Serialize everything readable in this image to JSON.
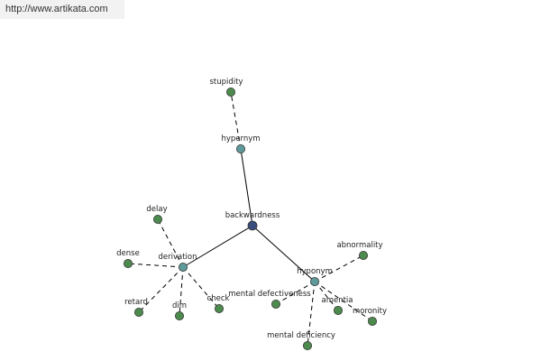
{
  "header": {
    "url": "http://www.artikata.com"
  },
  "colors": {
    "root_node": "#3a4e7e",
    "relation_node": "#5f9a9a",
    "leaf_node": "#4d8a4d"
  },
  "graph": {
    "root": "backwardness",
    "nodes": [
      {
        "id": "backwardness",
        "label": "backwardness",
        "kind": "root"
      },
      {
        "id": "hypernym",
        "label": "hypernym",
        "kind": "relation"
      },
      {
        "id": "derivation",
        "label": "derivation",
        "kind": "relation"
      },
      {
        "id": "hyponym",
        "label": "hyponym",
        "kind": "relation"
      },
      {
        "id": "stupidity",
        "label": "stupidity",
        "kind": "leaf"
      },
      {
        "id": "delay",
        "label": "delay",
        "kind": "leaf"
      },
      {
        "id": "dense",
        "label": "dense",
        "kind": "leaf"
      },
      {
        "id": "retard",
        "label": "retard",
        "kind": "leaf"
      },
      {
        "id": "dim",
        "label": "dim",
        "kind": "leaf"
      },
      {
        "id": "check",
        "label": "check",
        "kind": "leaf"
      },
      {
        "id": "abnormality",
        "label": "abnormality",
        "kind": "leaf"
      },
      {
        "id": "mental-defectiveness",
        "label": "mental defectiveness",
        "kind": "leaf"
      },
      {
        "id": "amentia",
        "label": "amentia",
        "kind": "leaf"
      },
      {
        "id": "moronity",
        "label": "moronity",
        "kind": "leaf"
      },
      {
        "id": "mental-deficiency",
        "label": "mental deficiency",
        "kind": "leaf"
      }
    ],
    "edges": [
      {
        "from": "backwardness",
        "to": "hypernym",
        "style": "solid"
      },
      {
        "from": "backwardness",
        "to": "derivation",
        "style": "solid"
      },
      {
        "from": "backwardness",
        "to": "hyponym",
        "style": "solid"
      },
      {
        "from": "hypernym",
        "to": "stupidity",
        "style": "dashed"
      },
      {
        "from": "derivation",
        "to": "delay",
        "style": "dashed"
      },
      {
        "from": "derivation",
        "to": "dense",
        "style": "dashed"
      },
      {
        "from": "derivation",
        "to": "retard",
        "style": "dashed"
      },
      {
        "from": "derivation",
        "to": "dim",
        "style": "dashed"
      },
      {
        "from": "derivation",
        "to": "check",
        "style": "dashed"
      },
      {
        "from": "hyponym",
        "to": "abnormality",
        "style": "dashed"
      },
      {
        "from": "hyponym",
        "to": "mental-defectiveness",
        "style": "dashed"
      },
      {
        "from": "hyponym",
        "to": "amentia",
        "style": "dashed"
      },
      {
        "from": "hyponym",
        "to": "moronity",
        "style": "dashed"
      },
      {
        "from": "hyponym",
        "to": "mental-deficiency",
        "style": "dashed"
      }
    ]
  }
}
